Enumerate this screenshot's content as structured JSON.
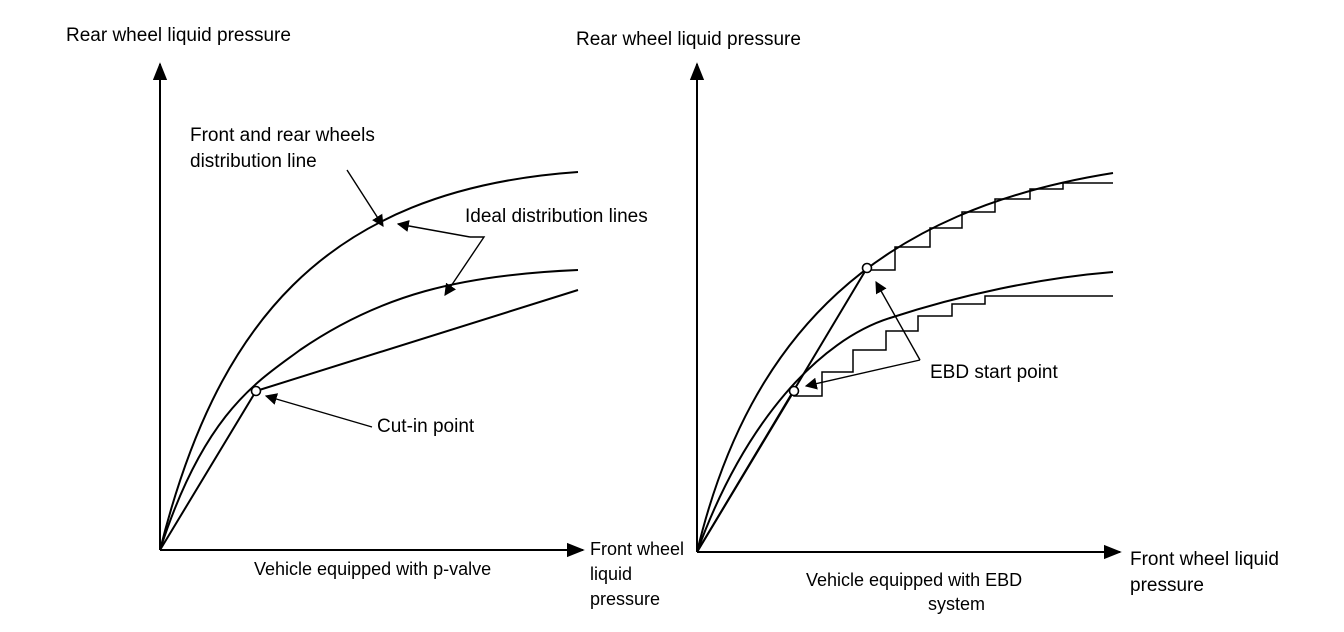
{
  "left_panel": {
    "y_axis_label": "Rear wheel liquid pressure",
    "x_axis_label_lines": [
      "Front wheel",
      "liquid",
      "pressure"
    ],
    "caption": "Vehicle equipped with p-valve",
    "callout_distribution_lines": [
      "Front and rear wheels",
      "distribution line"
    ],
    "callout_ideal": "Ideal distribution lines",
    "callout_cut_in": "Cut-in point"
  },
  "right_panel": {
    "y_axis_label": "Rear wheel liquid pressure",
    "x_axis_label_lines": [
      "Front wheel liquid",
      "pressure"
    ],
    "caption_lines": [
      "Vehicle equipped with EBD",
      "system"
    ],
    "callout_ebd_start": "EBD start point"
  },
  "colors": {
    "ink": "#000000",
    "background": "#ffffff"
  }
}
